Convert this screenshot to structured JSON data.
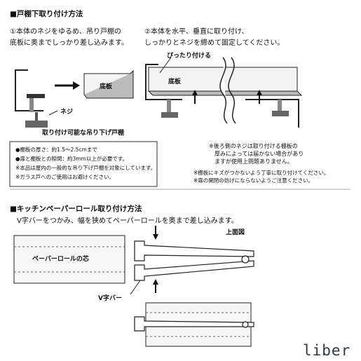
{
  "section1": {
    "heading": "■戸棚下取り付け方法",
    "step1": {
      "line1": "①本体のネジをゆるめ、吊り戸棚の",
      "line2": "底板に奥までしっかり差し込みます。"
    },
    "step2": {
      "line1": "②本体を水平、垂直に取り付け、",
      "line2": "しっかりとネジを締めて固定してください。"
    },
    "labels": {
      "bottom_board_left": "底板",
      "screw": "ネジ",
      "flush_fit": "ぴったり付ける",
      "bottom_board_right": "底板"
    }
  },
  "notes_right": {
    "n1_l1": "※後ろ側のネジは取り付ける棚板の",
    "n1_l2": "厚みによっては届かない場合があり",
    "n1_l3": "ますが使用上問題ありません。",
    "n2": "※棚板にキズがつかないよう丁寧に取り付けてください。",
    "n3": "※扉の開閉の妨げにならないようご注意ください。"
  },
  "cabinet_box": {
    "title": "取り付け可能な吊り下げ戸棚",
    "items": [
      "●棚板の厚さ：約1.5〜2.5cmまで",
      "●扉と棚板との隙間：約3mm以上が必要です。",
      "※本品は屋内の一般的な吊り下げ戸棚を対象にしています。",
      "※ガラス戸へのご使用はお避けください。"
    ]
  },
  "section2": {
    "heading": "■キッチンペーパーロール取り付け方法",
    "instruction": "V字バーをつかみ、幅を狭めてペーパーロールを奥まで差し込みます。",
    "top_view_label": "上面図",
    "paper_roll_core": "ペーパーロールの芯",
    "v_bar_label": "V字バー"
  },
  "watermark": {
    "text": "liber"
  }
}
